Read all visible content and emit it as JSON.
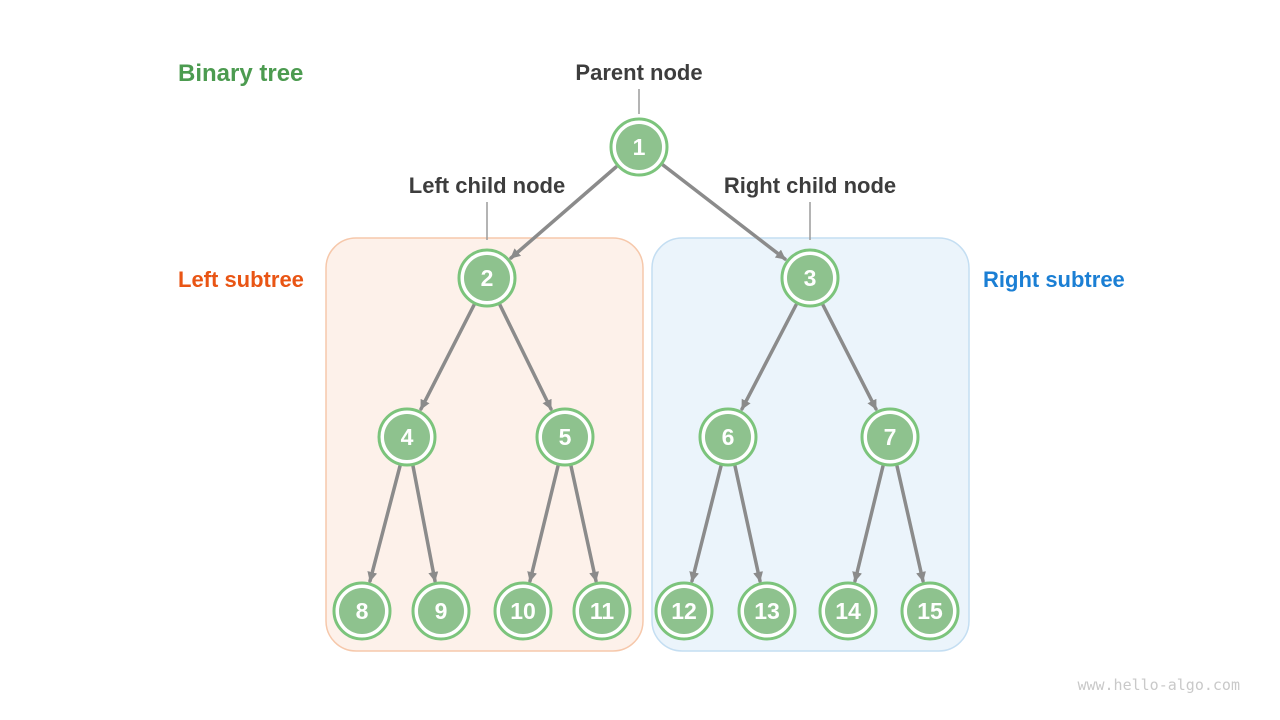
{
  "title": {
    "text": "Binary tree",
    "color": "#4c9b50"
  },
  "labels": {
    "parent_node": "Parent node",
    "left_child_node": "Left child node",
    "right_child_node": "Right child node",
    "left_subtree": {
      "text": "Left subtree",
      "color": "#e95514"
    },
    "right_subtree": {
      "text": "Right subtree",
      "color": "#1b7fd4"
    }
  },
  "tree": {
    "nodes": [
      "1",
      "2",
      "3",
      "4",
      "5",
      "6",
      "7",
      "8",
      "9",
      "10",
      "11",
      "12",
      "13",
      "14",
      "15"
    ],
    "edges": [
      [
        "1",
        "2"
      ],
      [
        "1",
        "3"
      ],
      [
        "2",
        "4"
      ],
      [
        "2",
        "5"
      ],
      [
        "3",
        "6"
      ],
      [
        "3",
        "7"
      ],
      [
        "4",
        "8"
      ],
      [
        "4",
        "9"
      ],
      [
        "5",
        "10"
      ],
      [
        "5",
        "11"
      ],
      [
        "6",
        "12"
      ],
      [
        "6",
        "13"
      ],
      [
        "7",
        "14"
      ],
      [
        "7",
        "15"
      ]
    ],
    "left_subtree_nodes": [
      "2",
      "4",
      "5",
      "8",
      "9",
      "10",
      "11"
    ],
    "right_subtree_nodes": [
      "3",
      "6",
      "7",
      "12",
      "13",
      "14",
      "15"
    ]
  },
  "colors": {
    "background": "#ffffff",
    "node_fill": "#8ec28e",
    "node_ring": "#7cc47c",
    "node_text": "#ffffff",
    "edge": "#8b8b8b",
    "annotation_text": "#3d3d3d",
    "left_subtree_fill": "#fdf1ea",
    "left_subtree_border": "#f6c8ab",
    "right_subtree_fill": "#ebf4fb",
    "right_subtree_border": "#c4def2",
    "watermark_text": "#c9c9c9"
  },
  "watermark": "www.hello-algo.com"
}
